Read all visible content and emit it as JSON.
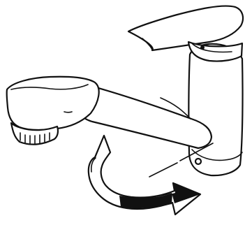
{
  "figure": {
    "subject": "faucet-swivel-illustration",
    "colors": {
      "outline": "#111111",
      "fill": "#ffffff",
      "arrow": "#111111"
    },
    "parts": {
      "body": "faucet-body",
      "lever": "faucet-lever",
      "spout": "faucet-spout",
      "spray_head": "pull-out-spray-head",
      "rotation_arrow": "counterclockwise-swivel-arrow",
      "guide_line": "rotation-guide-line"
    }
  }
}
